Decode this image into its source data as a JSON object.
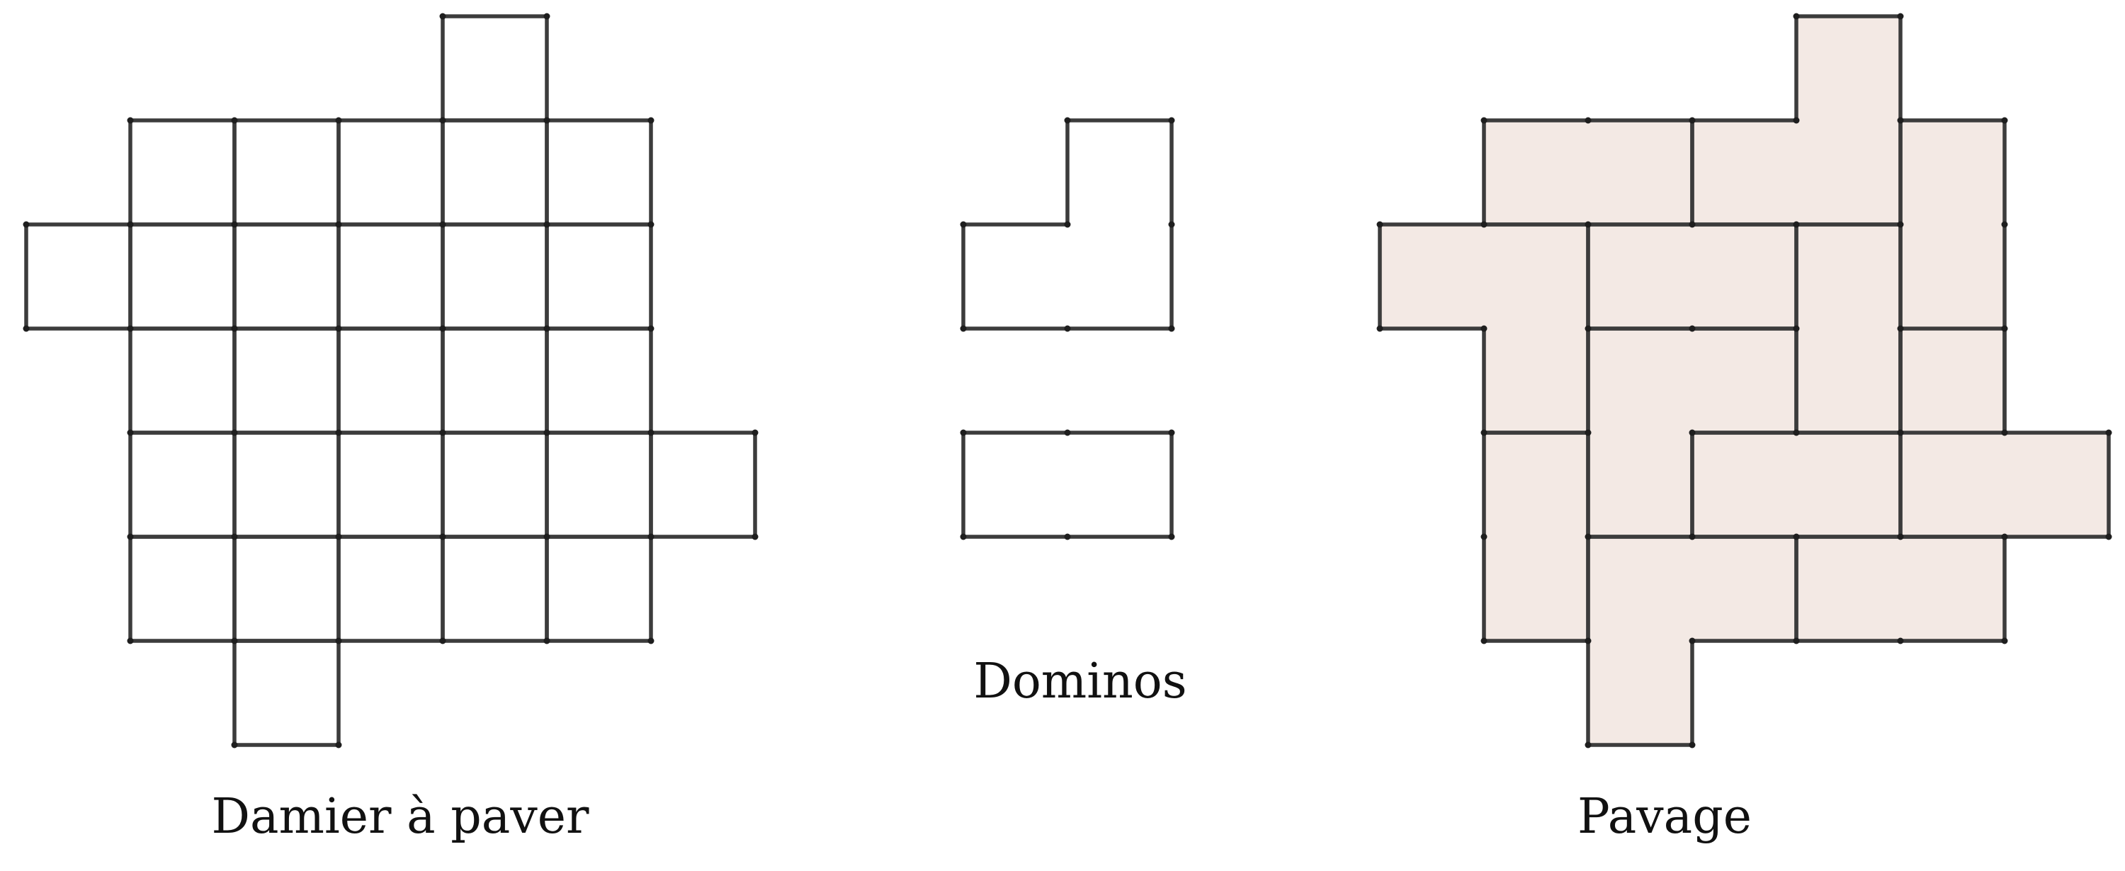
{
  "colors": {
    "stroke": "#3c3c3c",
    "vertex": "#1e1e1e",
    "tiling_fill": "#f3e9e4",
    "text": "#111111"
  },
  "board": {
    "caption": "Damier à paver",
    "cells": [
      [
        4,
        0
      ],
      [
        1,
        1
      ],
      [
        2,
        1
      ],
      [
        3,
        1
      ],
      [
        4,
        1
      ],
      [
        5,
        1
      ],
      [
        0,
        2
      ],
      [
        1,
        2
      ],
      [
        2,
        2
      ],
      [
        3,
        2
      ],
      [
        4,
        2
      ],
      [
        5,
        2
      ],
      [
        1,
        3
      ],
      [
        2,
        3
      ],
      [
        3,
        3
      ],
      [
        4,
        3
      ],
      [
        5,
        3
      ],
      [
        1,
        4
      ],
      [
        2,
        4
      ],
      [
        3,
        4
      ],
      [
        4,
        4
      ],
      [
        5,
        4
      ],
      [
        6,
        4
      ],
      [
        1,
        5
      ],
      [
        2,
        5
      ],
      [
        3,
        5
      ],
      [
        4,
        5
      ],
      [
        5,
        5
      ],
      [
        2,
        6
      ]
    ]
  },
  "dominos": {
    "caption": "Dominos",
    "pieces": [
      {
        "name": "l-domino",
        "cells": [
          [
            1,
            0
          ],
          [
            0,
            1
          ],
          [
            1,
            1
          ]
        ]
      },
      {
        "name": "straight-domino",
        "cells": [
          [
            0,
            0
          ],
          [
            1,
            0
          ]
        ]
      }
    ]
  },
  "tiling": {
    "caption": "Pavage",
    "pieces": [
      {
        "name": "piece-top-left",
        "cells": [
          [
            1,
            1
          ],
          [
            2,
            1
          ]
        ]
      },
      {
        "name": "piece-top-l",
        "cells": [
          [
            4,
            0
          ],
          [
            3,
            1
          ],
          [
            4,
            1
          ]
        ]
      },
      {
        "name": "piece-right-column",
        "cells": [
          [
            5,
            1
          ],
          [
            5,
            2
          ],
          [
            5,
            3
          ]
        ]
      },
      {
        "name": "piece-left-l",
        "cells": [
          [
            0,
            2
          ],
          [
            1,
            2
          ],
          [
            1,
            3
          ]
        ]
      },
      {
        "name": "piece-center-top",
        "cells": [
          [
            2,
            2
          ],
          [
            3,
            2
          ]
        ]
      },
      {
        "name": "piece-center-column",
        "cells": [
          [
            4,
            2
          ],
          [
            4,
            3
          ]
        ]
      },
      {
        "name": "piece-left-column",
        "cells": [
          [
            1,
            4
          ],
          [
            1,
            5
          ]
        ]
      },
      {
        "name": "piece-center-l",
        "cells": [
          [
            2,
            3
          ],
          [
            3,
            3
          ],
          [
            2,
            4
          ]
        ]
      },
      {
        "name": "piece-right-l",
        "cells": [
          [
            5,
            4
          ],
          [
            6,
            4
          ],
          [
            5,
            3
          ]
        ]
      },
      {
        "name": "piece-middle-bar",
        "cells": [
          [
            3,
            4
          ],
          [
            4,
            4
          ]
        ]
      },
      {
        "name": "piece-bottom-l",
        "cells": [
          [
            2,
            5
          ],
          [
            3,
            5
          ],
          [
            2,
            6
          ]
        ]
      },
      {
        "name": "piece-bottom-right",
        "cells": [
          [
            4,
            5
          ],
          [
            5,
            5
          ]
        ]
      }
    ]
  }
}
